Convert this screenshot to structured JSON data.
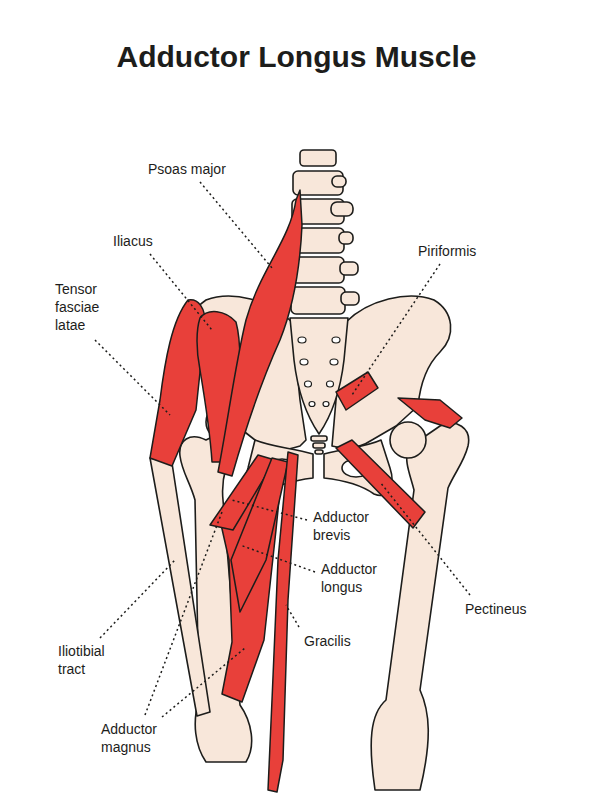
{
  "diagram": {
    "title": "Adductor Longus Muscle",
    "labels": [
      "Psoas major",
      "Iliacus",
      "Piriformis",
      "Tensor fasciae latae",
      "Adductor brevis",
      "Adductor longus",
      "Gracilis",
      "Pectineus",
      "Iliotibial tract",
      "Adductor magnus"
    ]
  }
}
